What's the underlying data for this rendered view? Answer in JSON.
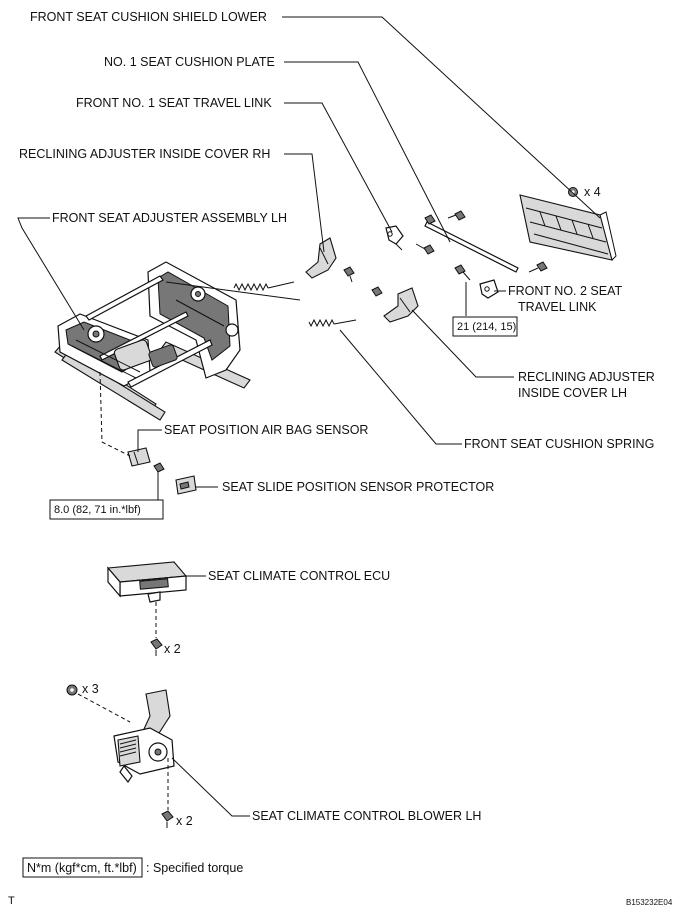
{
  "labels": {
    "cushion_shield_lower": "FRONT SEAT CUSHION SHIELD LOWER",
    "cushion_plate": "NO. 1 SEAT CUSHION PLATE",
    "travel_link_1": "FRONT NO. 1 SEAT TRAVEL LINK",
    "reclining_cover_rh": "RECLINING ADJUSTER INSIDE COVER RH",
    "adjuster_assembly_lh": "FRONT SEAT ADJUSTER ASSEMBLY LH",
    "travel_link_2_line1": "FRONT NO. 2 SEAT",
    "travel_link_2_line2": "TRAVEL LINK",
    "reclining_cover_lh_line1": "RECLINING ADJUSTER",
    "reclining_cover_lh_line2": "INSIDE COVER LH",
    "cushion_spring": "FRONT SEAT CUSHION SPRING",
    "airbag_sensor": "SEAT POSITION AIR BAG SENSOR",
    "slide_sensor_protector": "SEAT SLIDE POSITION SENSOR PROTECTOR",
    "climate_ecu": "SEAT CLIMATE CONTROL ECU",
    "climate_blower": "SEAT CLIMATE CONTROL BLOWER LH"
  },
  "quantities": {
    "shield_nuts": "x 4",
    "ecu_bolts": "x 2",
    "blower_nuts": "x 3",
    "blower_bolts": "x 2"
  },
  "torques": {
    "travel_link_bolt": "21 (214, 15)",
    "airbag_sensor_bolt": "8.0 (82, 71 in.*lbf)"
  },
  "legend": {
    "unit_box": "N*m (kgf*cm, ft.*lbf)",
    "description": ": Specified torque"
  },
  "footer": {
    "left_mark": "T",
    "figure_code": "B153232E04"
  }
}
